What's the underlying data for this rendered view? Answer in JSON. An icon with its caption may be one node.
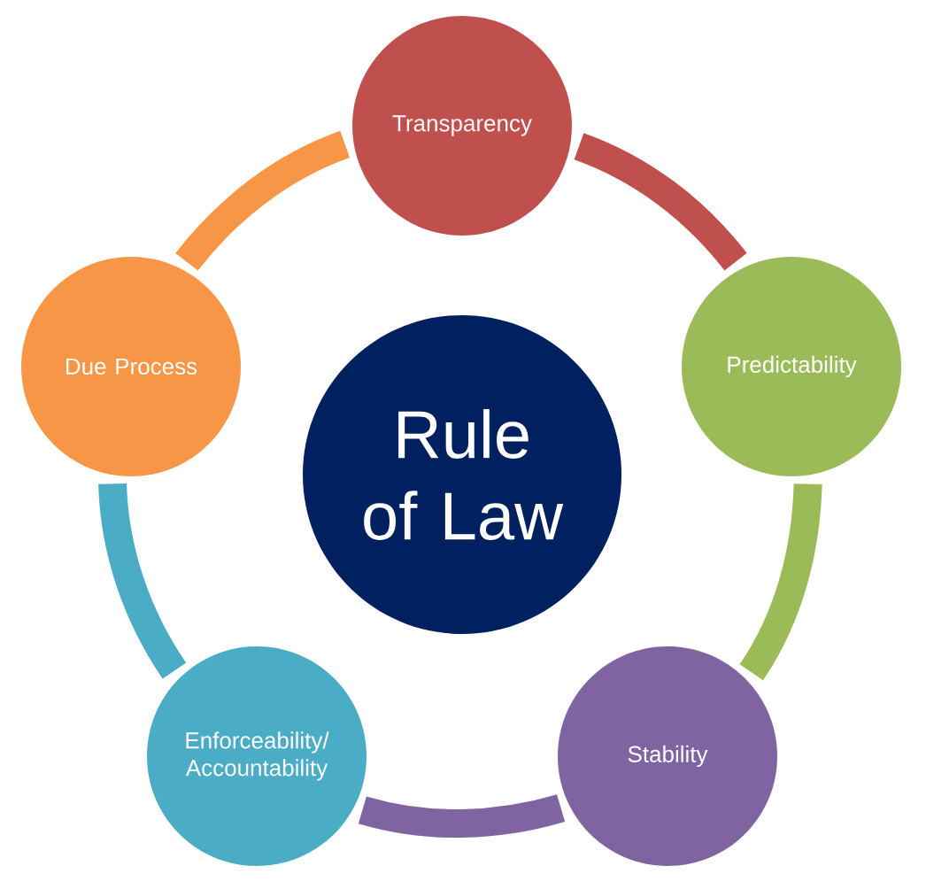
{
  "diagram": {
    "nodes": [
      {
        "text": [
          "Rule of Law"
        ]
      },
      {
        "text": [
          "Transparency"
        ]
      },
      {
        "text": [
          "Predictability"
        ]
      },
      {
        "text": [
          "Stability"
        ]
      },
      {
        "text": [
          "Enforceability/ Accountability"
        ]
      },
      {
        "text": [
          "Due Process"
        ]
      }
    ],
    "edges": [
      {
        "from": 1,
        "to": 2,
        "arrow": "none",
        "color": "#c0504d"
      },
      {
        "from": 2,
        "to": 3,
        "arrow": "none",
        "color": "#9bbb59"
      },
      {
        "from": 3,
        "to": 4,
        "arrow": "none",
        "color": "#8064a2"
      },
      {
        "from": 4,
        "to": 5,
        "arrow": "none",
        "color": "#4bacc6"
      },
      {
        "from": 5,
        "to": 1,
        "arrow": "none",
        "color": "#f79646"
      }
    ]
  }
}
